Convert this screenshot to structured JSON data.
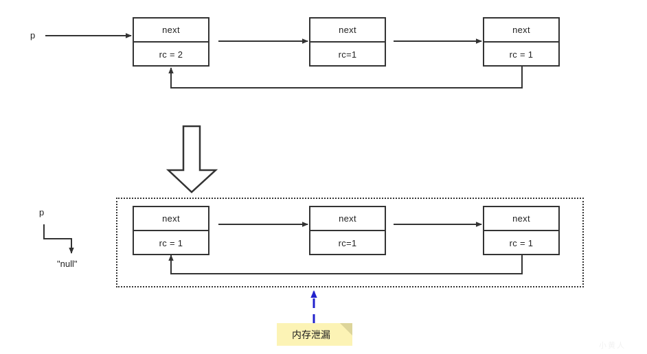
{
  "diagram": {
    "title_hidden": "",
    "colors": {
      "stroke": "#333333",
      "note_fill": "#fcf3b5",
      "note_fold": "#ddd59a",
      "leak_arrow": "#2222cc",
      "background": "#ffffff"
    },
    "top_row": {
      "pointer_label": "p",
      "nodes": [
        {
          "next_label": "next",
          "rc_label": "rc = 2"
        },
        {
          "next_label": "next",
          "rc_label": "rc=1"
        },
        {
          "next_label": "next",
          "rc_label": "rc = 1"
        }
      ]
    },
    "transition_icon": "down-block-arrow",
    "bottom_row": {
      "pointer_label": "p",
      "null_label": "\"null\"",
      "nodes": [
        {
          "next_label": "next",
          "rc_label": "rc = 1"
        },
        {
          "next_label": "next",
          "rc_label": "rc=1"
        },
        {
          "next_label": "next",
          "rc_label": "rc = 1"
        }
      ]
    },
    "annotation": {
      "note_text": "内存泄漏",
      "arrow_icon": "blue-dashed-up-arrow"
    },
    "watermark": "小黄人"
  }
}
